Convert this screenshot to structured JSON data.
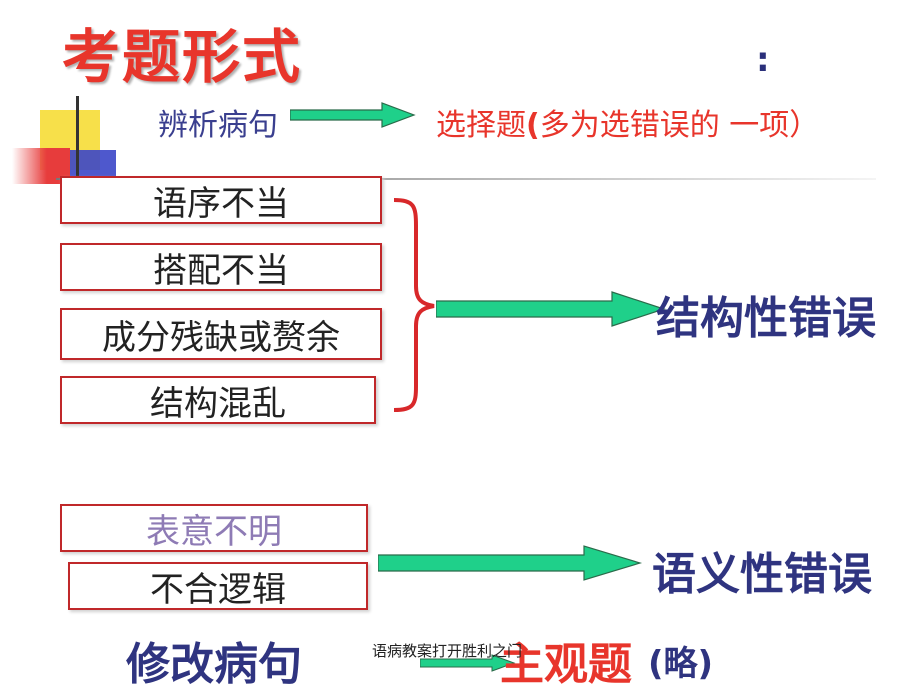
{
  "title": "考题形式",
  "colon": ":",
  "line1": {
    "left": "辨析病句",
    "right_a": "选择题",
    "right_paren": "(",
    "right_b": "多为选错误的 一项）"
  },
  "structural_items": [
    "语序不当",
    "搭配不当",
    "成分残缺或赘余",
    "结构混乱"
  ],
  "structural_result": "结构性错误",
  "semantic_items": [
    "表意不明",
    "不合逻辑"
  ],
  "semantic_result": "语义性错误",
  "bottom": {
    "left": "修改病句",
    "right_a": "主观题",
    "right_b": "(略)"
  },
  "caption": "语病教案打开胜利之门",
  "colors": {
    "accent_red": "#e8352b",
    "navy": "#2f3480",
    "arrow_green": "#1fd08a",
    "box_border": "#c0282a"
  }
}
